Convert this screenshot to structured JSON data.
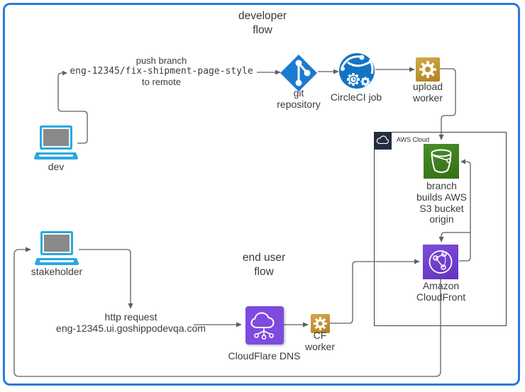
{
  "titles": {
    "developer": [
      "developer",
      "flow"
    ],
    "end_user": [
      "end user",
      "flow"
    ]
  },
  "nodes": {
    "dev": "dev",
    "stakeholder": "stakeholder",
    "git": [
      "git",
      "repository"
    ],
    "circleci": "CircleCI job",
    "upload_worker": [
      "upload",
      "worker"
    ],
    "aws_cloud": "AWS Cloud",
    "s3": [
      "branch",
      "builds AWS",
      "S3 bucket",
      "origin"
    ],
    "cloudfront": [
      "Amazon",
      "CloudFront"
    ],
    "cloudflare": "CloudFlare DNS",
    "cf_worker": [
      "CF",
      "worker"
    ]
  },
  "annotations": {
    "push": {
      "line1": "push branch",
      "branch": "eng-12345/fix-shipment-page-style",
      "line3": "to remote"
    },
    "http": {
      "line1": "http request",
      "line2": "eng-12345.ui.goshippodevqa.com"
    }
  },
  "icons": {
    "dev": "laptop-icon",
    "stakeholder": "laptop-icon",
    "git": "git-branch-diamond-icon",
    "circleci": "circleci-globe-gears-icon",
    "upload_worker": "gear-icon",
    "aws_cloud": "aws-cloud-icon",
    "s3": "s3-bucket-icon",
    "cloudfront": "cloudfront-globe-icon",
    "cloudflare": "cloud-dns-icon",
    "cf_worker": "gear-icon"
  },
  "colors": {
    "page_border_blue": "#2b79dd",
    "connector_gray": "#5f5f5f",
    "laptop_blue": "#29a9e1",
    "screen_gray": "#8a8a8a",
    "git_blue": "#1a7bd0",
    "circleci_blue": "#1273c4",
    "worker_gold": "#c2912c",
    "s3_green": "#3f8223",
    "cloudfront_purple": "#7243cf",
    "cloudflare_purple": "#7d4be0",
    "aws_navy": "#232f3e",
    "text_dark": "#3c3c3c"
  }
}
